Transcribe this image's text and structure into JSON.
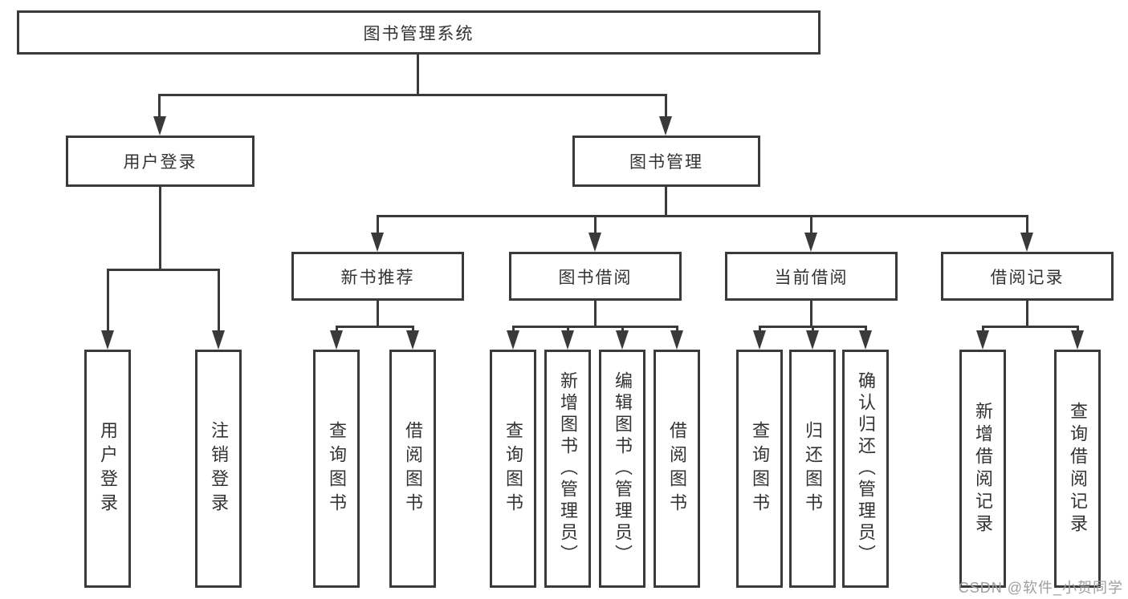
{
  "title": "图书管理系统",
  "tree": {
    "root": {
      "label": "图书管理系统"
    },
    "children": [
      {
        "label": "用户登录",
        "children": [
          {
            "label": "用户登录"
          },
          {
            "label": "注销登录"
          }
        ]
      },
      {
        "label": "图书管理",
        "children": [
          {
            "label": "新书推荐",
            "children": [
              {
                "label": "查询图书"
              },
              {
                "label": "借阅图书"
              }
            ]
          },
          {
            "label": "图书借阅",
            "children": [
              {
                "label": "查询图书"
              },
              {
                "label": "新增图书（管理员）"
              },
              {
                "label": "编辑图书（管理员）"
              },
              {
                "label": "借阅图书"
              }
            ]
          },
          {
            "label": "当前借阅",
            "children": [
              {
                "label": "查询图书"
              },
              {
                "label": "归还图书"
              },
              {
                "label": "确认归还（管理员）"
              }
            ]
          },
          {
            "label": "借阅记录",
            "children": [
              {
                "label": "新增借阅记录"
              },
              {
                "label": "查询借阅记录"
              }
            ]
          }
        ]
      }
    ]
  },
  "watermark": {
    "text": "CSDN @软件_小贺同学"
  },
  "colors": {
    "line": "#3a3a3a",
    "text": "#333333",
    "watermark": "#9e9e9e",
    "background": "#ffffff"
  }
}
